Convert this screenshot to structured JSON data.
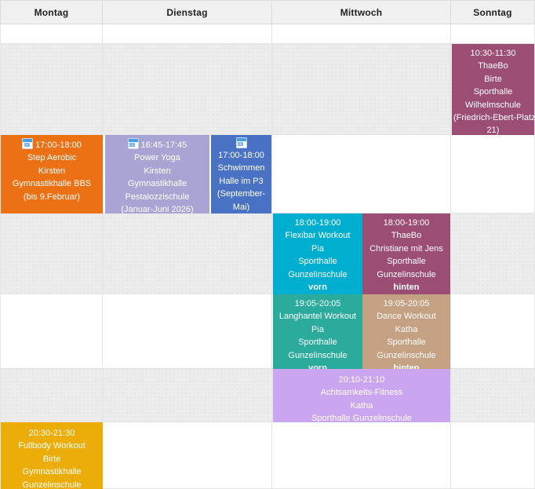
{
  "header": {
    "columns": [
      {
        "label": "Montag"
      },
      {
        "label": "Dienstag"
      },
      {
        "label": "Mittwoch"
      },
      {
        "label": "Sonntag"
      }
    ]
  },
  "colors": {
    "orange": "#ec7014",
    "amber": "#edad09",
    "lavender": "#aaa4d4",
    "blue": "#4a72c4",
    "cyan": "#00aed0",
    "maroon": "#9c4d74",
    "teal": "#2aab9b",
    "tan": "#c4a183",
    "light_purple": "#cba6f0",
    "header_bg": "#f0f0f0",
    "shaded_row": "#ececec",
    "grid_line": "#e4e4e4"
  },
  "events": [
    {
      "id": "sonntag-thaebo",
      "day": "Sonntag",
      "time": "10:30-11:30",
      "title": "ThaeBo",
      "trainer": "Birte",
      "location_lines": [
        "Sporthalle",
        "Wilhelmschule",
        "(Friedrich-Ebert-Platz",
        "21)"
      ],
      "color": "#9c4d74",
      "icon": "none"
    },
    {
      "id": "montag-step-aerobic",
      "day": "Montag",
      "time": "17:00-18:00",
      "title": "Step Aerobic",
      "trainer": "Kirsten",
      "location_lines": [
        "Gymnastikhalle BBS",
        "(bis 9.Februar)"
      ],
      "color": "#ec7014",
      "icon": "calendar-icon-inline"
    },
    {
      "id": "dienstag-power-yoga",
      "day": "Dienstag",
      "time": "16:45-17:45",
      "title": "Power Yoga",
      "trainer": "Kirsten",
      "location_lines": [
        "Gymnastikhalle",
        "Pestalozzischule",
        "(Januar-Juni 2026)"
      ],
      "color": "#aaa4d4",
      "icon": "calendar-icon-inline"
    },
    {
      "id": "dienstag-schwimmen",
      "day": "Dienstag",
      "time": "17:00-18:00",
      "title": "Schwimmen",
      "trainer": "",
      "location_lines": [
        "Halle im P3",
        "(September-",
        "Mai)"
      ],
      "color": "#4a72c4",
      "icon": "calendar-icon-block"
    },
    {
      "id": "mittwoch-flexibar",
      "day": "Mittwoch",
      "time": "18:00-19:00",
      "title": "Flexibar Workout",
      "trainer": "Pia",
      "location_lines": [
        "Sporthalle",
        "Gunzelinschule"
      ],
      "note": "vorn",
      "color": "#00aed0",
      "icon": "none"
    },
    {
      "id": "mittwoch-thaebo",
      "day": "Mittwoch",
      "time": "18:00-19:00",
      "title": "ThaeBo",
      "trainer": "Christiane mit Jens",
      "location_lines": [
        "Sporthalle",
        "Gunzelinschule"
      ],
      "note": "hinten",
      "color": "#9c4d74",
      "icon": "none"
    },
    {
      "id": "mittwoch-langhantel",
      "day": "Mittwoch",
      "time": "19:05-20:05",
      "title": "Langhantel Workout",
      "trainer": "Pia",
      "location_lines": [
        "Sporthalle",
        "Gunzelinschule"
      ],
      "note": "vorn",
      "color": "#2aab9b",
      "icon": "none"
    },
    {
      "id": "mittwoch-dance",
      "day": "Mittwoch",
      "time": "19:05-20:05",
      "title": "Dance Workout",
      "trainer": "Katha",
      "location_lines": [
        "Sporthalle",
        "Gunzelinschule"
      ],
      "note": "hinten",
      "color": "#c4a183",
      "icon": "none"
    },
    {
      "id": "mittwoch-achtsamkeits",
      "day": "Mittwoch",
      "time": "20:10-21:10",
      "title": "Achtsamkeits-Fitness",
      "trainer": "Katha",
      "location_lines": [
        "Sporthalle Gunzelinschule"
      ],
      "color": "#cba6f0",
      "icon": "none"
    },
    {
      "id": "montag-fullbody",
      "day": "Montag",
      "time": "20:30-21:30",
      "title": "Fullbody Workout",
      "trainer": "Birte",
      "location_lines": [
        "Gymnastikhalle",
        "Gunzelinschule"
      ],
      "color": "#edad09",
      "icon": "none"
    }
  ]
}
